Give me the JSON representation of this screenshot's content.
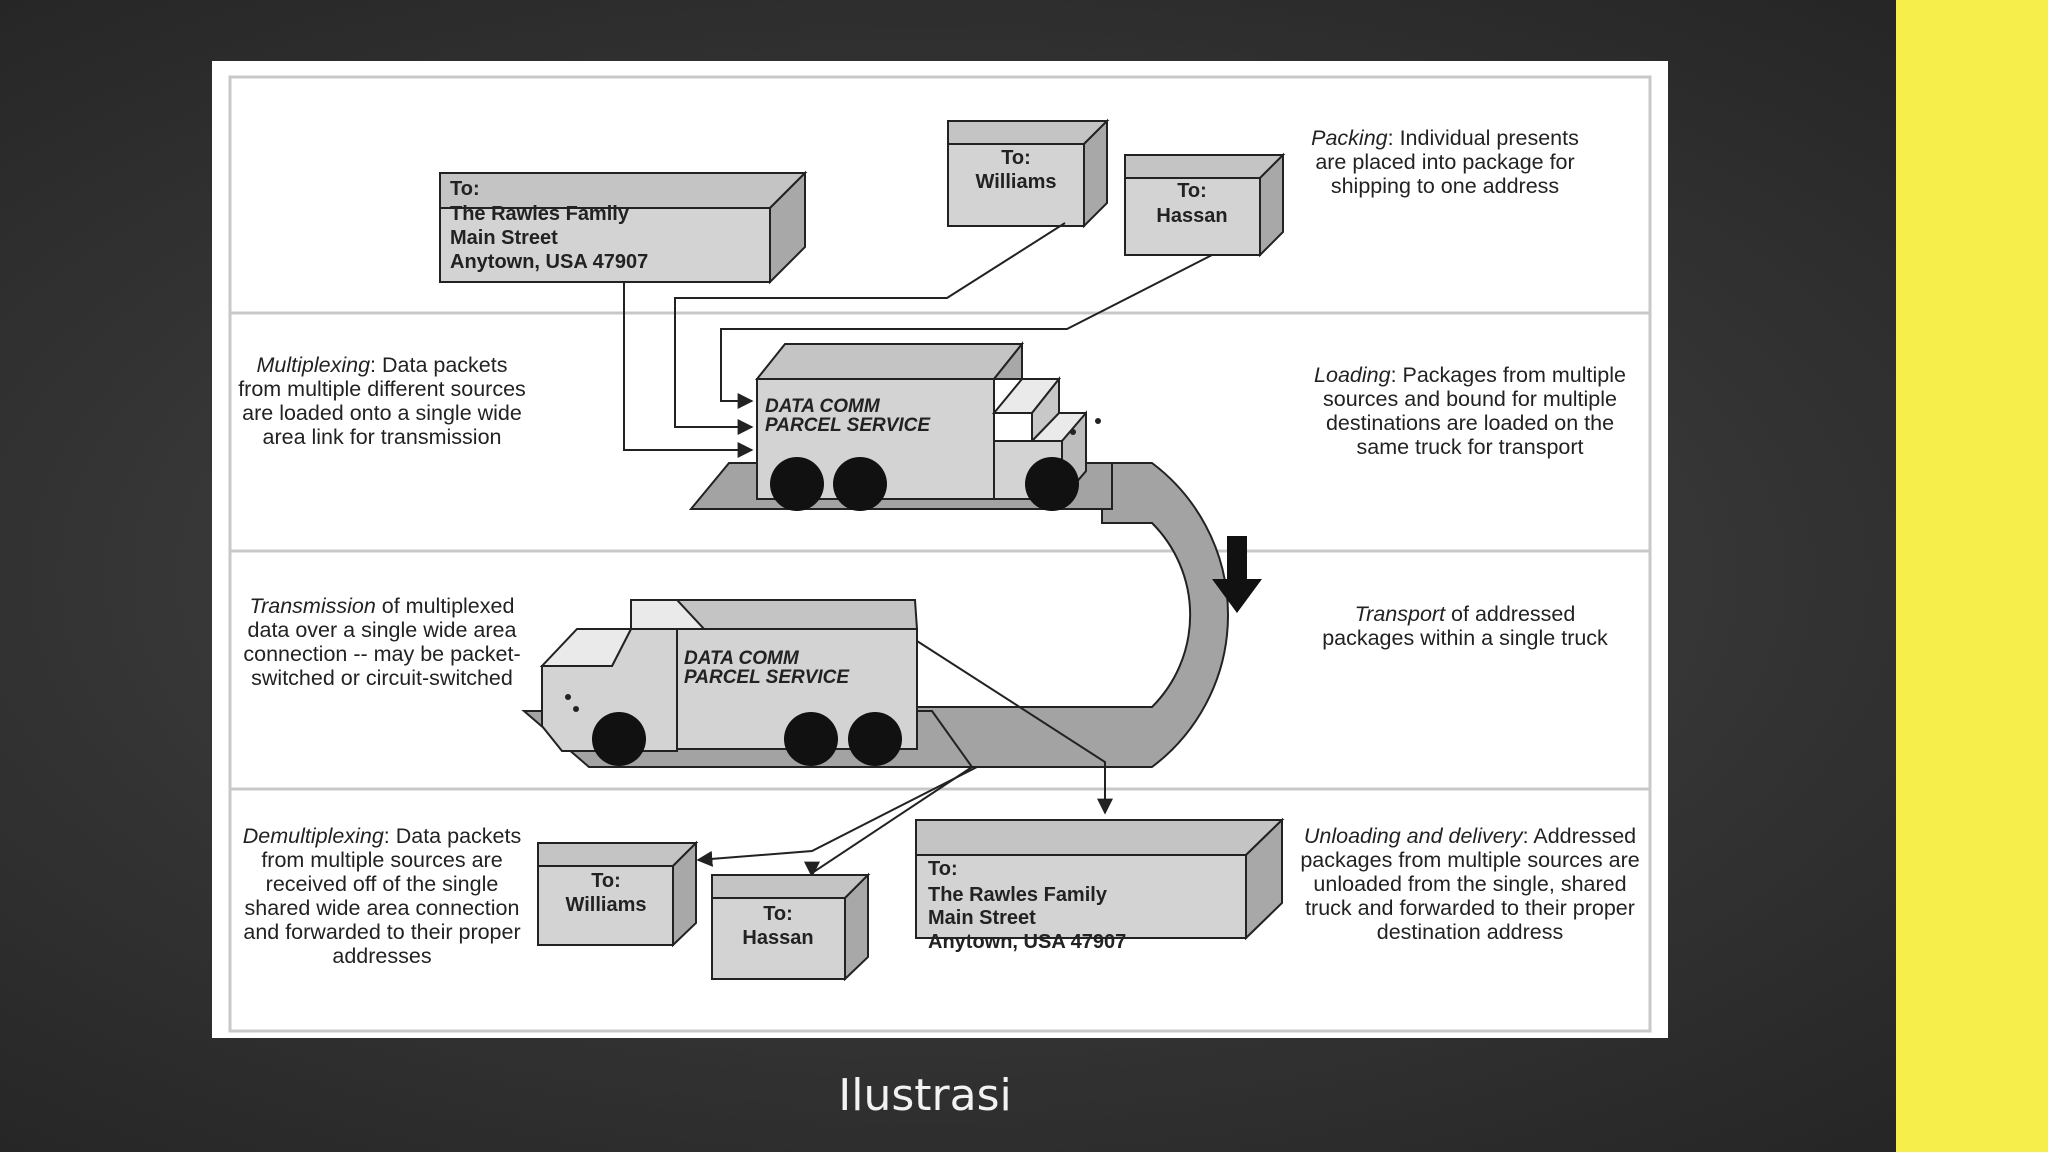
{
  "caption": "Ilustrasi",
  "colors": {
    "accent": "#f6ee4b",
    "background": "#333333",
    "box": "#d3d3d3",
    "road": "#a3a3a3"
  },
  "descriptions": {
    "packing": {
      "term": "Packing",
      "text": ":  Individual presents are placed into package for shipping to one address"
    },
    "multiplexing": {
      "term": "Multiplexing",
      "text": ":  Data packets from multiple different sources are loaded onto a single wide area link for transmission"
    },
    "loading": {
      "term": "Loading",
      "text": ":  Packages from multiple sources and bound for multiple destinations are loaded on the same truck for transport"
    },
    "transmission": {
      "term": "Transmission",
      "text": " of multiplexed data over a single wide area connection -- may be packet-switched or circuit-switched"
    },
    "transport": {
      "term": "Transport",
      "text": " of addressed packages within a single truck"
    },
    "demultiplexing": {
      "term": "Demultiplexing",
      "text": ":  Data packets from multiple sources are received off of the single shared wide area connection and forwarded to their proper addresses"
    },
    "unloading": {
      "term": "Unloading and delivery",
      "text": ":  Addressed packages from multiple sources are unloaded from the single, shared truck and forwarded to their proper destination address"
    }
  },
  "packages": {
    "rawles": {
      "l1": "To:",
      "l2": "The Rawles Family",
      "l3": "Main Street",
      "l4": "Anytown, USA 47907"
    },
    "williams": {
      "l1": "To:",
      "l2": "Williams"
    },
    "hassan": {
      "l1": "To:",
      "l2": "Hassan"
    }
  },
  "truck": {
    "l1": "DATA COMM",
    "l2": "PARCEL SERVICE"
  }
}
